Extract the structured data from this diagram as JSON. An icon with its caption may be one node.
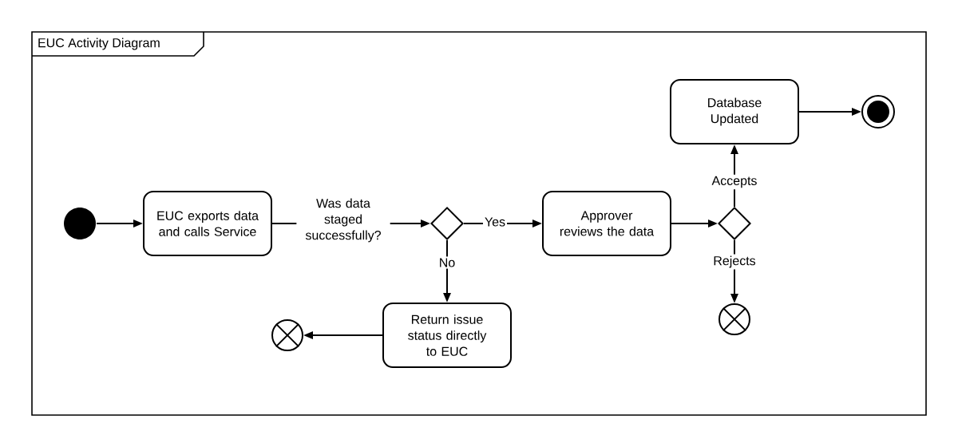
{
  "diagram": {
    "nodes": [
      {
        "text": [
          "EUC Activity Diagram"
        ]
      },
      {
        "text": [],
        "shape": "circle",
        "in": 0
      },
      {
        "text": [
          "EUC exports data and calls Service"
        ],
        "in": 0
      },
      {
        "text": [],
        "shape": "diamond",
        "in": 0
      },
      {
        "text": [
          "Approver reviews the data"
        ],
        "in": 0
      },
      {
        "text": [],
        "shape": "diamond",
        "in": 0
      },
      {
        "text": [
          "Database Updated"
        ],
        "in": 0
      },
      {
        "text": [],
        "shape": "circle",
        "in": 0
      },
      {
        "text": [
          "Return issue status directly to EUC"
        ],
        "in": 0
      },
      {
        "text": [],
        "shape": "circle",
        "in": 0
      },
      {
        "text": [],
        "shape": "circle",
        "in": 0
      }
    ],
    "edges": [
      {
        "from": 1,
        "to": 2,
        "arrow": "to"
      },
      {
        "from": 2,
        "to": 3,
        "arrow": "to",
        "label": "Was data staged successfully?"
      },
      {
        "from": 3,
        "to": 4,
        "arrow": "to",
        "label": "Yes"
      },
      {
        "from": 3,
        "to": 8,
        "arrow": "to",
        "label": "No"
      },
      {
        "from": 4,
        "to": 5,
        "arrow": "to"
      },
      {
        "from": 5,
        "to": 6,
        "arrow": "to",
        "label": "Accepts"
      },
      {
        "from": 5,
        "to": 10,
        "arrow": "to",
        "label": "Rejects"
      },
      {
        "from": 6,
        "to": 7,
        "arrow": "to"
      },
      {
        "from": 8,
        "to": 9,
        "arrow": "to"
      }
    ]
  }
}
